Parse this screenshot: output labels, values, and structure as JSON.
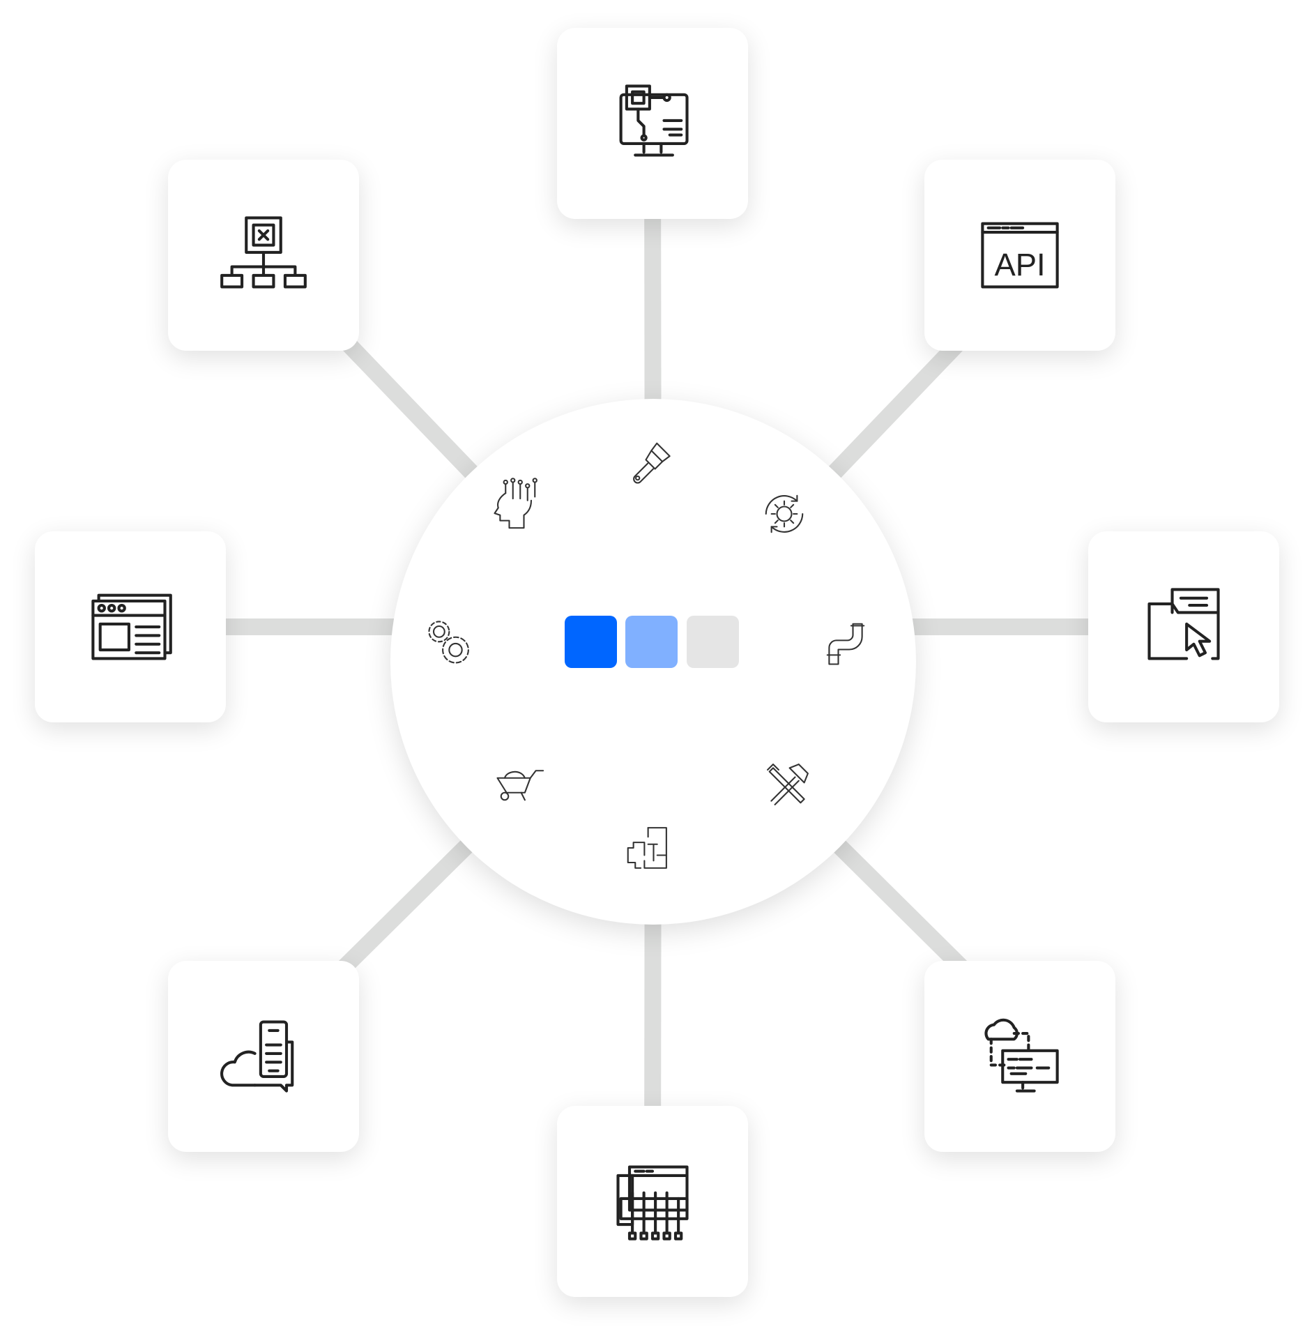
{
  "colors": {
    "primary": "#0066ff",
    "secondary": "#80b0ff",
    "neutral": "#e5e5e5",
    "connector": "#dcdddc"
  },
  "hub": {
    "swatches": [
      "primary",
      "secondary",
      "neutral"
    ],
    "icons": [
      "paint-brush-icon",
      "gear-cycle-icon",
      "pipe-icon",
      "hammer-wrench-icon",
      "floor-plan-icon",
      "wheelbarrow-icon",
      "gears-icon",
      "ai-head-icon"
    ]
  },
  "cards": [
    {
      "position": "top",
      "icon": "monitor-circuit-icon"
    },
    {
      "position": "top-right",
      "icon": "api-window-icon",
      "label": "API"
    },
    {
      "position": "right",
      "icon": "folder-cursor-icon"
    },
    {
      "position": "bottom-right",
      "icon": "cloud-monitor-icon"
    },
    {
      "position": "bottom",
      "icon": "server-grid-icon"
    },
    {
      "position": "bottom-left",
      "icon": "cloud-mobile-icon"
    },
    {
      "position": "left",
      "icon": "browser-window-icon"
    },
    {
      "position": "top-left",
      "icon": "network-hierarchy-icon"
    }
  ]
}
